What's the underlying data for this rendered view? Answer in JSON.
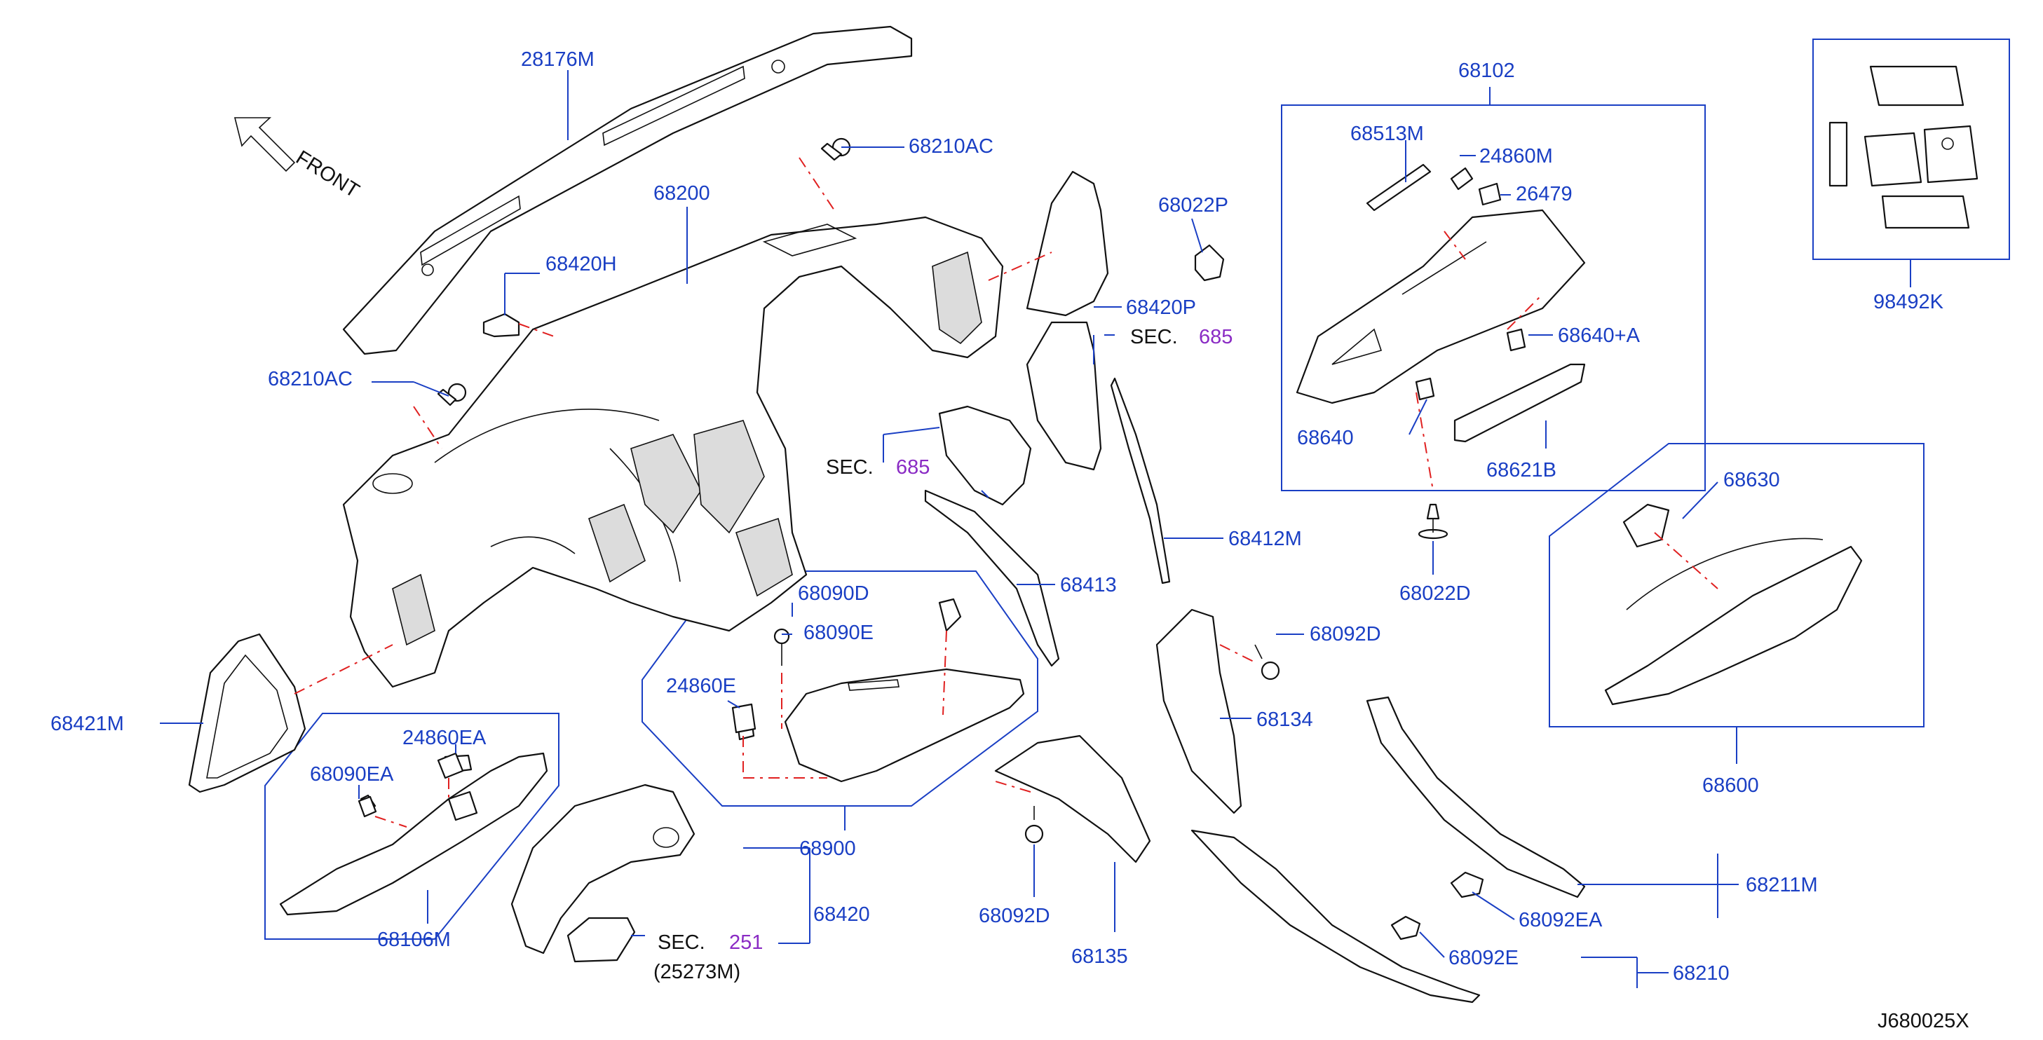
{
  "diagram": {
    "code": "J680025X",
    "front_label": "FRONT",
    "sec_prefix": "SEC.",
    "colors": {
      "label": "#1a3fc4",
      "section_ref": "#8a2bc4",
      "alignment_line": "#e02020",
      "outline": "#111111"
    },
    "parts": {
      "p28176M": "28176M",
      "p68210AC_top": "68210AC",
      "p68200": "68200",
      "p68420H": "68420H",
      "p68210AC_left": "68210AC",
      "p68421M": "68421M",
      "p24860EA": "24860EA",
      "p68090EA": "68090EA",
      "p68106M": "68106M",
      "p68420": "68420",
      "p25273M": "(25273M)",
      "p68090D": "68090D",
      "p68090E": "68090E",
      "p24860E": "24860E",
      "p68900": "68900",
      "p68413": "68413",
      "p68420P": "68420P",
      "p68022P": "68022P",
      "p68412M": "68412M",
      "p68092D_right": "68092D",
      "p68134": "68134",
      "p68092D_lower": "68092D",
      "p68135": "68135",
      "p68102": "68102",
      "p68513M": "68513M",
      "p24860M": "24860M",
      "p26479": "26479",
      "p68640A": "68640+A",
      "p68640": "68640",
      "p68621B": "68621B",
      "p68022D": "68022D",
      "p98492K": "98492K",
      "p68630": "68630",
      "p68600": "68600",
      "p68211M": "68211M",
      "p68092EA": "68092EA",
      "p68092E": "68092E",
      "p68210": "68210"
    },
    "sections": {
      "sec_685_a": "685",
      "sec_685_b": "685",
      "sec_251": "251"
    }
  }
}
